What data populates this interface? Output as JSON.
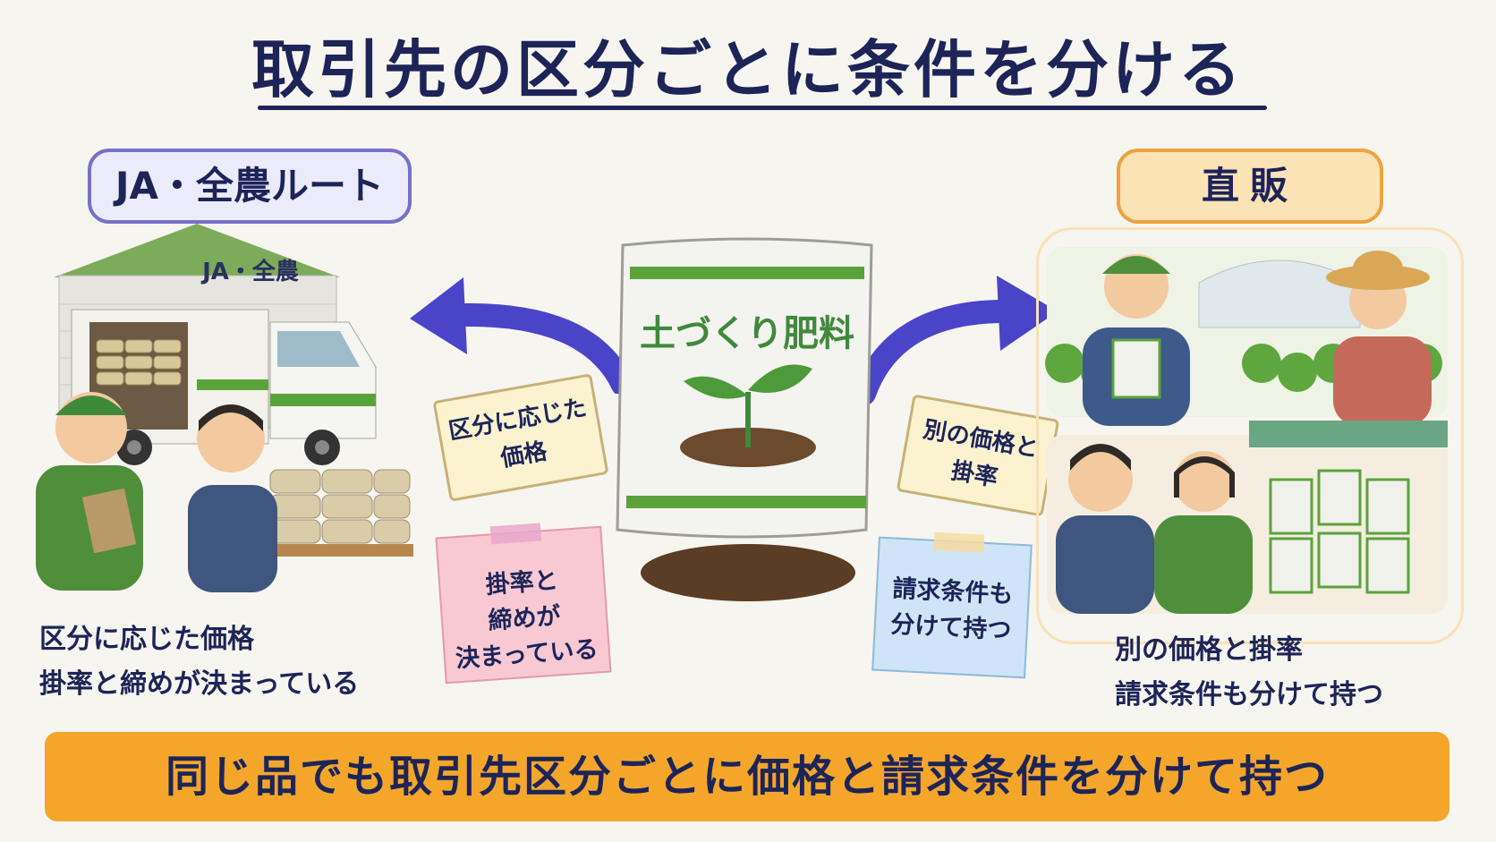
{
  "title": "取引先の区分ごとに条件を分ける",
  "left_route": {
    "label": "JA・全農ルート",
    "warehouse_sign": "JA・全農",
    "caption_lines": [
      "区分に応じた価格",
      "掛率と締めが決まっている"
    ],
    "tag_lines": [
      "区分に応じた",
      "価格"
    ],
    "note_lines": [
      "掛率と",
      "締めが",
      "決まっている"
    ]
  },
  "right_route": {
    "label": "直販",
    "caption_lines": [
      "別の価格と掛率",
      "請求条件も分けて持つ"
    ],
    "tag_lines": [
      "別の価格と",
      "掛率"
    ],
    "note_lines": [
      "請求条件も",
      "分けて持つ"
    ]
  },
  "product": {
    "label": "土づくり肥料"
  },
  "bottom_message": "同じ品でも取引先区分ごとに価格と請求条件を分けて持つ",
  "colors": {
    "title": "#1d2458",
    "ja_accent": "#7770c8",
    "direct_accent": "#eea33e",
    "band": "#f4a62b",
    "arrow": "#4a44c9",
    "bag_green": "#5aa33a"
  }
}
